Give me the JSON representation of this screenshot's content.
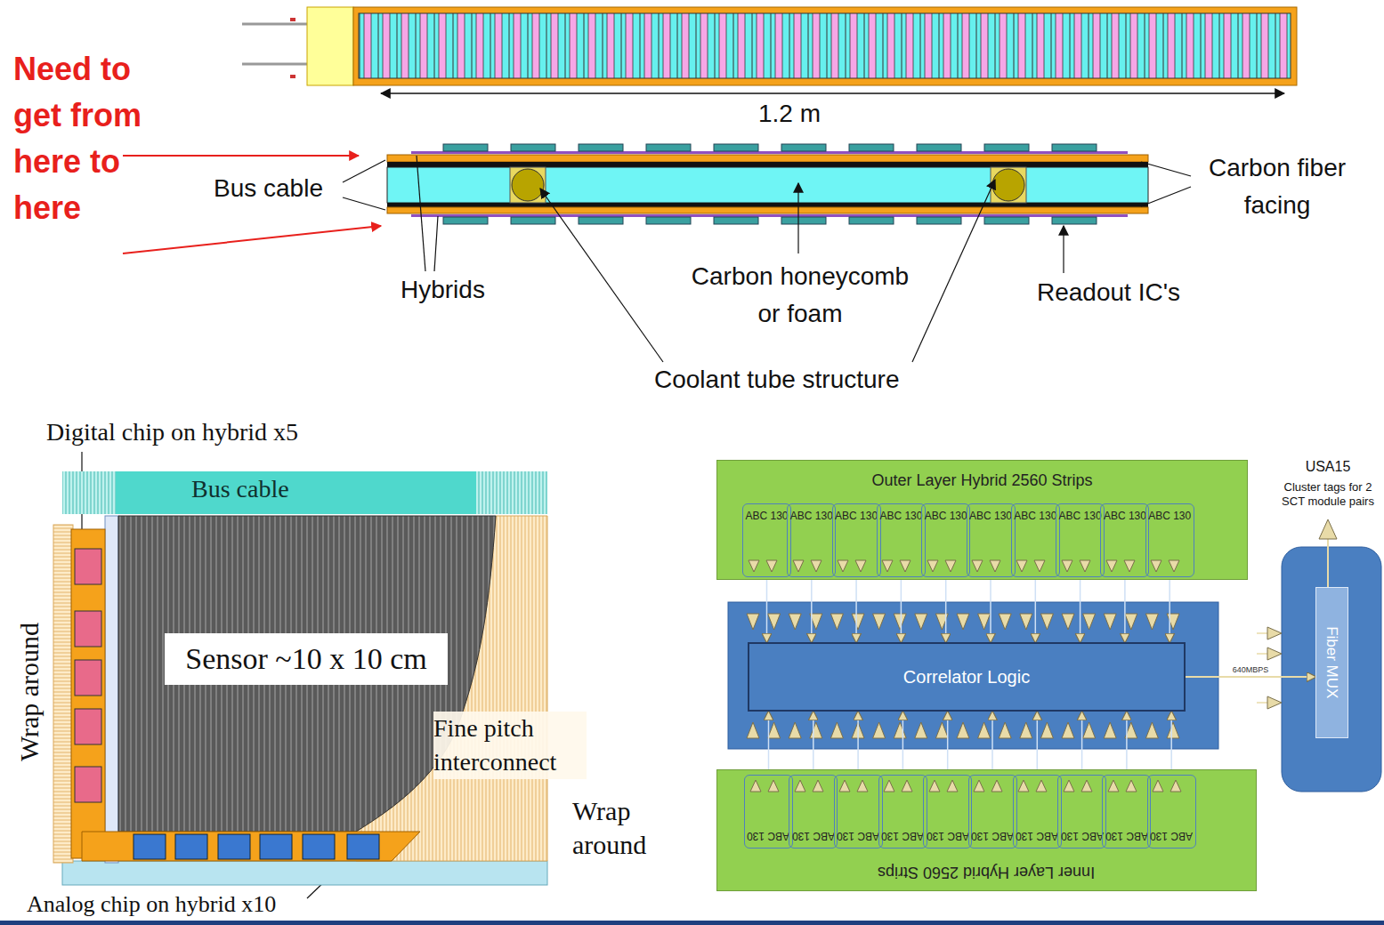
{
  "diagram": {
    "nodes": [
      {
        "text": [
          "Bus cable"
        ]
      },
      {
        "text": [
          "Sensor ~10 x 10 cm"
        ]
      },
      {
        "text": [
          "Outer Layer Hybrid 2560 Strips"
        ]
      },
      {
        "text": [
          "ABC 130"
        ],
        "in": 2
      },
      {
        "text": [
          "ABC 130"
        ],
        "in": 2
      },
      {
        "text": [
          "ABC 130"
        ],
        "in": 2
      },
      {
        "text": [
          "ABC 130"
        ],
        "in": 2
      },
      {
        "text": [
          "ABC 130"
        ],
        "in": 2
      },
      {
        "text": [
          "ABC 130"
        ],
        "in": 2
      },
      {
        "text": [
          "ABC 130"
        ],
        "in": 2
      },
      {
        "text": [
          "ABC 130"
        ],
        "in": 2
      },
      {
        "text": [
          "ABC 130"
        ],
        "in": 2
      },
      {
        "text": [
          "ABC 130"
        ],
        "in": 2
      },
      {
        "text": [
          "Correlator Logic"
        ]
      },
      {
        "text": [
          "Inner Layer Hybrid 2560 Strips"
        ]
      },
      {
        "text": [
          "ABC 130"
        ],
        "in": 14
      },
      {
        "text": [
          "ABC 130"
        ],
        "in": 14
      },
      {
        "text": [
          "ABC 130"
        ],
        "in": 14
      },
      {
        "text": [
          "ABC 130"
        ],
        "in": 14
      },
      {
        "text": [
          "ABC 130"
        ],
        "in": 14
      },
      {
        "text": [
          "ABC 130"
        ],
        "in": 14
      },
      {
        "text": [
          "ABC 130"
        ],
        "in": 14
      },
      {
        "text": [
          "ABC 130"
        ],
        "in": 14
      },
      {
        "text": [
          "ABC 130"
        ],
        "in": 14
      },
      {
        "text": [
          "ABC 130"
        ],
        "in": 14
      },
      {
        "text": [
          "Fiber MUX"
        ]
      }
    ],
    "edges": [
      {
        "from": 3,
        "to": 13,
        "arrow": "to"
      },
      {
        "from": 4,
        "to": 13,
        "arrow": "to"
      },
      {
        "from": 5,
        "to": 13,
        "arrow": "to"
      },
      {
        "from": 6,
        "to": 13,
        "arrow": "to"
      },
      {
        "from": 7,
        "to": 13,
        "arrow": "to"
      },
      {
        "from": 8,
        "to": 13,
        "arrow": "to"
      },
      {
        "from": 9,
        "to": 13,
        "arrow": "to"
      },
      {
        "from": 10,
        "to": 13,
        "arrow": "to"
      },
      {
        "from": 11,
        "to": 13,
        "arrow": "to"
      },
      {
        "from": 12,
        "to": 13,
        "arrow": "to"
      },
      {
        "from": 15,
        "to": 13,
        "arrow": "to"
      },
      {
        "from": 16,
        "to": 13,
        "arrow": "to"
      },
      {
        "from": 17,
        "to": 13,
        "arrow": "to"
      },
      {
        "from": 18,
        "to": 13,
        "arrow": "to"
      },
      {
        "from": 19,
        "to": 13,
        "arrow": "to"
      },
      {
        "from": 20,
        "to": 13,
        "arrow": "to"
      },
      {
        "from": 21,
        "to": 13,
        "arrow": "to"
      },
      {
        "from": 22,
        "to": 13,
        "arrow": "to"
      },
      {
        "from": 23,
        "to": 13,
        "arrow": "to"
      },
      {
        "from": 24,
        "to": 13,
        "arrow": "to"
      },
      {
        "from": 13,
        "to": 25,
        "label": "640MBPS",
        "arrow": "to"
      }
    ],
    "labels": [
      "Need to get from here to here",
      "1.2 m",
      "Bus cable",
      "Carbon fiber facing",
      "Hybrids",
      "Carbon honeycomb or foam",
      "Readout IC's",
      "Coolant tube structure",
      "Digital chip on hybrid x5",
      "Wrap around",
      "Fine pitch interconnect",
      "Wrap around",
      "Analog chip on hybrid x10",
      "USA15",
      "Cluster tags for 2 SCT module pairs"
    ]
  }
}
